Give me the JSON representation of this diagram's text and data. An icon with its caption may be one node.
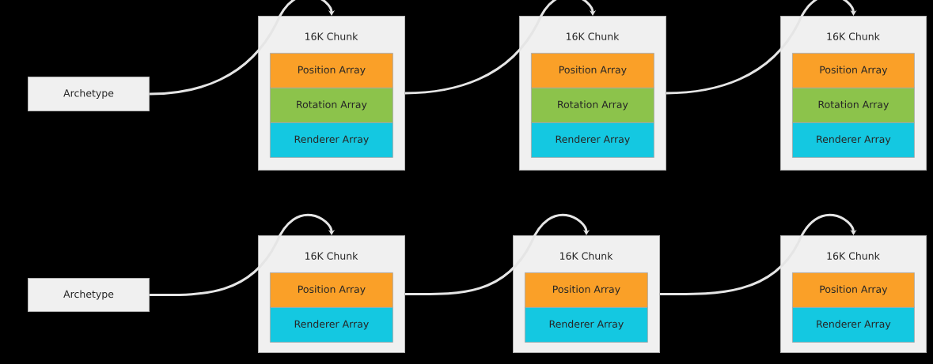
{
  "diagram": {
    "nodes": [
      {
        "text": [
          "Archetype"
        ]
      },
      {
        "text": [
          "16K Chunk"
        ]
      },
      {
        "text": [
          "Position Array"
        ],
        "in": 1
      },
      {
        "text": [
          "Rotation Array"
        ],
        "in": 1
      },
      {
        "text": [
          "Renderer Array"
        ],
        "in": 1
      },
      {
        "text": [
          "16K Chunk"
        ]
      },
      {
        "text": [
          "Position Array"
        ],
        "in": 5
      },
      {
        "text": [
          "Rotation Array"
        ],
        "in": 5
      },
      {
        "text": [
          "Renderer Array"
        ],
        "in": 5
      },
      {
        "text": [
          "16K Chunk"
        ]
      },
      {
        "text": [
          "Position Array"
        ],
        "in": 9
      },
      {
        "text": [
          "Rotation Array"
        ],
        "in": 9
      },
      {
        "text": [
          "Renderer Array"
        ],
        "in": 9
      },
      {
        "text": [
          "Archetype"
        ]
      },
      {
        "text": [
          "16K Chunk"
        ]
      },
      {
        "text": [
          "Position Array"
        ],
        "in": 14
      },
      {
        "text": [
          "Renderer Array"
        ],
        "in": 14
      },
      {
        "text": [
          "16K Chunk"
        ]
      },
      {
        "text": [
          "Position Array"
        ],
        "in": 17
      },
      {
        "text": [
          "Renderer Array"
        ],
        "in": 17
      },
      {
        "text": [
          "16K Chunk"
        ]
      },
      {
        "text": [
          "Position Array"
        ],
        "in": 20
      },
      {
        "text": [
          "Renderer Array"
        ],
        "in": 20
      }
    ],
    "edges": [
      {
        "from": 0,
        "to": 1,
        "arrow": "to"
      },
      {
        "from": 1,
        "to": 5,
        "arrow": "to"
      },
      {
        "from": 5,
        "to": 9,
        "arrow": "to"
      },
      {
        "from": 13,
        "to": 14,
        "arrow": "to"
      },
      {
        "from": 14,
        "to": 17,
        "arrow": "to"
      },
      {
        "from": 17,
        "to": 20,
        "arrow": "to"
      }
    ]
  }
}
